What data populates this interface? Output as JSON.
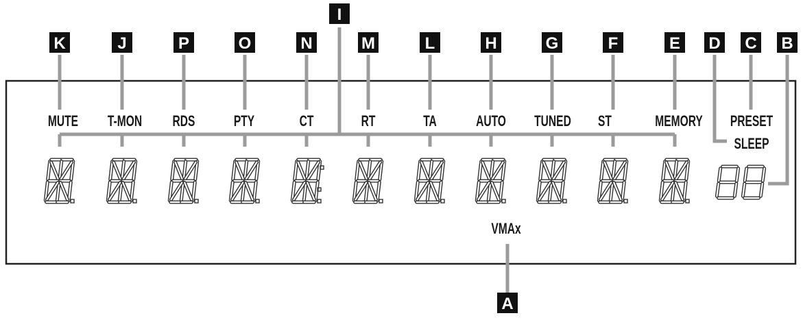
{
  "colors": {
    "panel_border": "#222222",
    "leader": "#9b9b9b",
    "callout_fill": "#111111",
    "callout_text": "#ffffff",
    "indicator_text": "#1a1a1a",
    "segment_stroke": "#333333"
  },
  "callouts": [
    {
      "id": "K",
      "label": "K"
    },
    {
      "id": "J",
      "label": "J"
    },
    {
      "id": "P",
      "label": "P"
    },
    {
      "id": "O",
      "label": "O"
    },
    {
      "id": "N",
      "label": "N"
    },
    {
      "id": "I",
      "label": "I"
    },
    {
      "id": "M",
      "label": "M"
    },
    {
      "id": "L",
      "label": "L"
    },
    {
      "id": "H",
      "label": "H"
    },
    {
      "id": "G",
      "label": "G"
    },
    {
      "id": "F",
      "label": "F"
    },
    {
      "id": "E",
      "label": "E"
    },
    {
      "id": "D",
      "label": "D"
    },
    {
      "id": "C",
      "label": "C"
    },
    {
      "id": "B",
      "label": "B"
    },
    {
      "id": "A",
      "label": "A"
    }
  ],
  "indicators": [
    {
      "id": "K",
      "text": "MUTE"
    },
    {
      "id": "J",
      "text": "T-MON"
    },
    {
      "id": "P",
      "text": "RDS"
    },
    {
      "id": "O",
      "text": "PTY"
    },
    {
      "id": "N",
      "text": "CT"
    },
    {
      "id": "M",
      "text": "RT"
    },
    {
      "id": "L",
      "text": "TA"
    },
    {
      "id": "H",
      "text": "AUTO"
    },
    {
      "id": "G",
      "text": "TUNED"
    },
    {
      "id": "F",
      "text": "ST"
    },
    {
      "id": "E",
      "text": "MEMORY"
    },
    {
      "id": "C",
      "text": "PRESET"
    },
    {
      "id": "D",
      "text": "SLEEP"
    },
    {
      "id": "A",
      "text": "VMAx"
    }
  ]
}
